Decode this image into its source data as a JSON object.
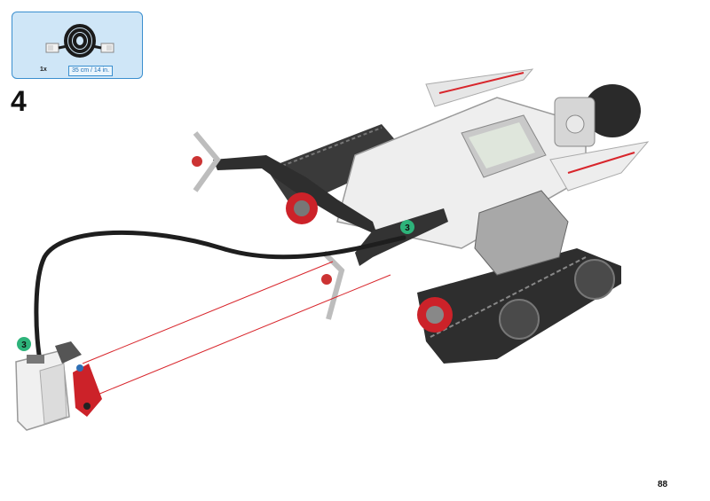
{
  "parts_box": {
    "quantity": "1x",
    "cable_length": "35 cm / 14 in."
  },
  "step_number": "4",
  "callouts": {
    "sensor_port": "3",
    "brick_port": "3"
  },
  "colors": {
    "parts_box_bg": "#cfe6f7",
    "parts_box_border": "#3a8fcf",
    "callout_green": "#2db37a",
    "guide_line_red": "#d8262c",
    "cable_black": "#1e1e1e"
  },
  "page_number": "88"
}
